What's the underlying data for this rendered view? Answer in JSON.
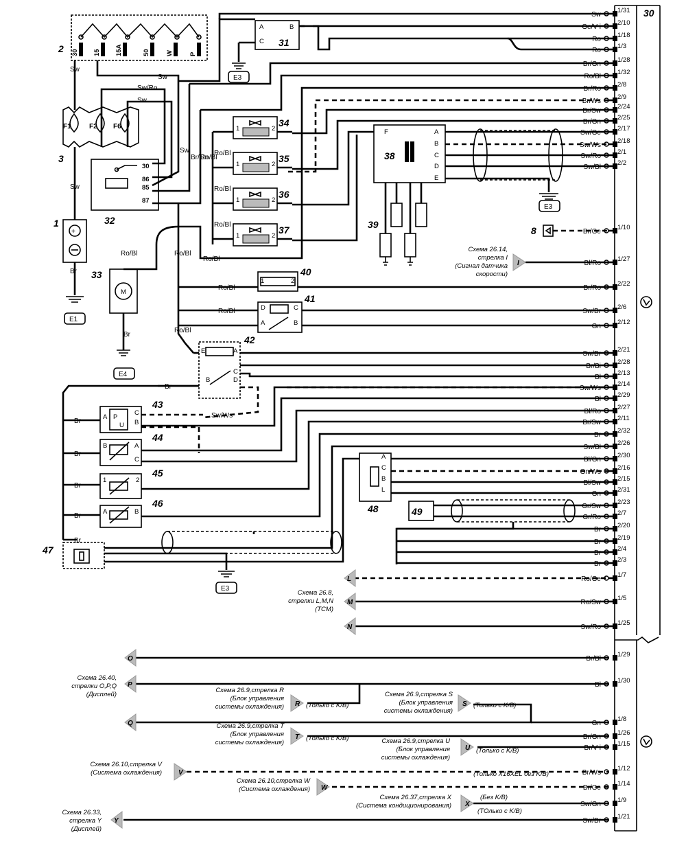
{
  "diagram": {
    "connector": {
      "label": "30",
      "pins_top": [
        {
          "pin": "1/31",
          "wire": "Sw"
        },
        {
          "pin": "2/10",
          "wire": "Ge/V i"
        },
        {
          "pin": "1/18",
          "wire": "Ro"
        },
        {
          "pin": "1/3",
          "wire": "Ro"
        },
        {
          "pin": "1/28",
          "wire": "Br/Gn"
        },
        {
          "pin": "1/32",
          "wire": "Ro/Bl"
        },
        {
          "pin": "2/8",
          "wire": "Br/Ro"
        },
        {
          "pin": "2/9",
          "wire": "Br/Ws"
        },
        {
          "pin": "2/24",
          "wire": "Br/Sw"
        },
        {
          "pin": "2/25",
          "wire": "Br/Gn"
        },
        {
          "pin": "2/17",
          "wire": "Sw/Ge"
        },
        {
          "pin": "2/18",
          "wire": "Sw/Ws"
        },
        {
          "pin": "2/1",
          "wire": "Sw/Ro"
        },
        {
          "pin": "2/2",
          "wire": "Sw/Bl"
        },
        {
          "pin": "1/10",
          "wire": "Br/Ge"
        },
        {
          "pin": "1/27",
          "wire": "Bl/Ro"
        },
        {
          "pin": "2/22",
          "wire": "Br/Ro"
        },
        {
          "pin": "2/6",
          "wire": "Sw/Br"
        },
        {
          "pin": "2/12",
          "wire": "Gn"
        },
        {
          "pin": "2/21",
          "wire": "Sw/Br"
        },
        {
          "pin": "2/28",
          "wire": "Br/Bi"
        },
        {
          "pin": "2/13",
          "wire": "Bl"
        },
        {
          "pin": "2/14",
          "wire": "Sw/Ws"
        },
        {
          "pin": "2/29",
          "wire": "Bl"
        },
        {
          "pin": "2/27",
          "wire": "Bl/Ro"
        },
        {
          "pin": "2/11",
          "wire": "Br/Sw"
        },
        {
          "pin": "2/32",
          "wire": "Br"
        },
        {
          "pin": "2/26",
          "wire": "Sw/Bl"
        },
        {
          "pin": "2/30",
          "wire": "Bl/Gn"
        },
        {
          "pin": "2/16",
          "wire": "Gn/Ws"
        },
        {
          "pin": "2/15",
          "wire": "Bl/Sw"
        },
        {
          "pin": "2/31",
          "wire": "Gn"
        },
        {
          "pin": "2/23",
          "wire": "Gr/Sw"
        },
        {
          "pin": "2/7",
          "wire": "Gr/Ro"
        },
        {
          "pin": "2/20",
          "wire": "Br"
        },
        {
          "pin": "2/19",
          "wire": "Br"
        },
        {
          "pin": "2/4",
          "wire": "Br"
        },
        {
          "pin": "2/3",
          "wire": "Br"
        },
        {
          "pin": "1/7",
          "wire": "Ro/Ge"
        },
        {
          "pin": "1/5",
          "wire": "Ro/Sw"
        },
        {
          "pin": "1/25",
          "wire": "Sw/Ro"
        }
      ],
      "pins_bottom": [
        {
          "pin": "1/29",
          "wire": "Br/Bl"
        },
        {
          "pin": "1/30",
          "wire": "Bl"
        },
        {
          "pin": "1/8",
          "wire": "Gn"
        },
        {
          "pin": "1/26",
          "wire": "Br/Gn"
        },
        {
          "pin": "1/15",
          "wire": "Br/V i"
        },
        {
          "pin": "1/12",
          "wire": "Br/Ws"
        },
        {
          "pin": "1/14",
          "wire": "Br/Ge"
        },
        {
          "pin": "1/9",
          "wire": "Sw/Gn"
        },
        {
          "pin": "1/21",
          "wire": "Sw/Br"
        }
      ]
    },
    "components": {
      "c1": "1",
      "c2": "2",
      "c3": "3",
      "c8": "8",
      "c30": "30",
      "c31": "31",
      "c32": "32",
      "c33": "33",
      "c34": "34",
      "c35": "35",
      "c36": "36",
      "c37": "37",
      "c38": "38",
      "c39": "39",
      "c40": "40",
      "c41": "41",
      "c42": "42",
      "c43": "43",
      "c44": "44",
      "c45": "45",
      "c46": "46",
      "c47": "47",
      "c48": "48",
      "c49": "49"
    },
    "grounds": {
      "e1": "E1",
      "e3a": "E3",
      "e3b": "E3",
      "e3c": "E3",
      "e4": "E4"
    },
    "ignition_terms": [
      "30",
      "15",
      "15A",
      "50",
      "W",
      "P"
    ],
    "fuses": [
      "F1",
      "F2",
      "F6"
    ],
    "relay_pins": [
      "30",
      "86",
      "85",
      "87"
    ],
    "left_wires": {
      "sw1": "Sw",
      "sw2": "Sw",
      "sw3": "Sw",
      "sw4": "Sw",
      "swro": "Sw/Ro",
      "sw_vert": "Sw",
      "br_gn": "Br/Gn",
      "ro_bl1": "Ro/Bl",
      "ro_bl2": "Ro/Bl",
      "ro_bl3": "Ro/Bl",
      "ro_bl4": "Ro/Bl",
      "ro_bl5": "Ro/Bl",
      "ro_bl6": "Ro/Bl",
      "ro_bl7": "Ro/Bl",
      "ro_bl8": "Ro/Bl",
      "ro_bl9": "Ro/Bl",
      "ro_bl10": "Ro/Bl",
      "ro_bl11": "Ro/Bl",
      "br1": "Br",
      "br2": "Br",
      "br3": "Br",
      "br4": "Br",
      "br5": "Br",
      "br6": "Br",
      "br7": "Br",
      "br8": "Br",
      "sw_ws": "Sw/Ws"
    },
    "references": {
      "r_i": {
        "arrow": "I",
        "text": [
          "Схема 26.14,",
          "стрелка I",
          "(Сигнал датчика",
          "скорости)"
        ]
      },
      "r_lmn": {
        "arrows": [
          "L",
          "M",
          "N"
        ],
        "text": [
          "Схема 26.8,",
          "стрелки L,M,N",
          "(TCM)"
        ]
      },
      "r_opq": {
        "arrows": [
          "O",
          "P",
          "Q"
        ],
        "text": [
          "Схема 26.40,",
          "стрелки O,P,Q",
          "(Дисплей)"
        ]
      },
      "r_r": {
        "arrow": "R",
        "text": [
          "Схема 26.9,стрелка R",
          "(Блок управления",
          "системы охлаждения)"
        ],
        "extra": "(Только с K/B)"
      },
      "r_s": {
        "arrow": "S",
        "text": [
          "Схема 26.9,стрелка S",
          "(Блок управления",
          "системы охлаждения)"
        ],
        "extra": "(Только с K/B)"
      },
      "r_t": {
        "arrow": "T",
        "text": [
          "Схема 26.9,стрелка T",
          "(Блок управления",
          "системы охлаждения)"
        ],
        "extra": "(Только с K/B)"
      },
      "r_u": {
        "arrow": "U",
        "text": [
          "Схема 26.9,стрелка U",
          "(Блок управления",
          "системы охлаждения)"
        ],
        "extra": "(Только с K/B)"
      },
      "r_v": {
        "arrow": "V",
        "text": [
          "Схема 26.10,стрелка V",
          "(Система охлаждения)"
        ],
        "extra": "(Только X16XEL без K/B)"
      },
      "r_w": {
        "arrow": "W",
        "text": [
          "Схема 26.10,стрелка W",
          "(Система охлаждения)"
        ]
      },
      "r_x": {
        "arrow": "X",
        "text": [
          "Схема 26.37,стрелка X",
          "(Система кондиционирования)"
        ],
        "extra": [
          "(Без K/B)",
          "(TОлько с K/B)"
        ]
      },
      "r_y": {
        "arrow": "Y",
        "text": [
          "Схема 26.33,",
          "стрелка Y",
          "(Дисплей)"
        ]
      }
    }
  }
}
